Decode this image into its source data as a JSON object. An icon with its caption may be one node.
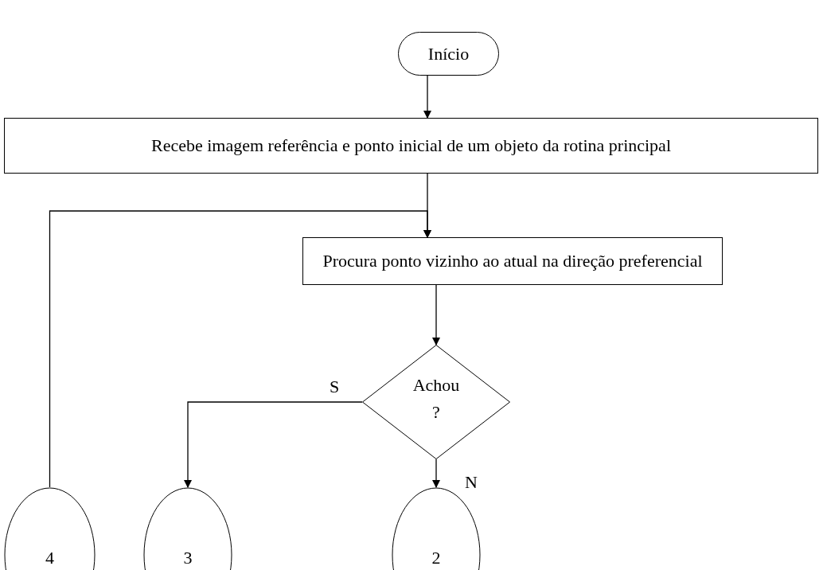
{
  "diagram": {
    "nodes": [
      {
        "text": [
          "Início"
        ]
      },
      {
        "text": [
          "Recebe imagem referência e ponto inicial de um objeto da rotina principal"
        ]
      },
      {
        "text": [
          "Procura ponto vizinho ao atual na direção  preferencial"
        ]
      },
      {
        "text": [
          "Achou ?"
        ]
      },
      {
        "text": [
          "4"
        ]
      },
      {
        "text": [
          "3"
        ]
      },
      {
        "text": [
          "2"
        ]
      }
    ],
    "edges": [
      {
        "from": 0,
        "to": 1,
        "arrow": "to"
      },
      {
        "from": 1,
        "to": 2,
        "arrow": "to"
      },
      {
        "from": 4,
        "to": 2,
        "arrow": "to"
      },
      {
        "from": 2,
        "to": 3,
        "arrow": "to"
      },
      {
        "from": 3,
        "to": 5,
        "arrow": "to",
        "label": "S"
      },
      {
        "from": 3,
        "to": 6,
        "arrow": "to",
        "label": "N"
      }
    ]
  }
}
